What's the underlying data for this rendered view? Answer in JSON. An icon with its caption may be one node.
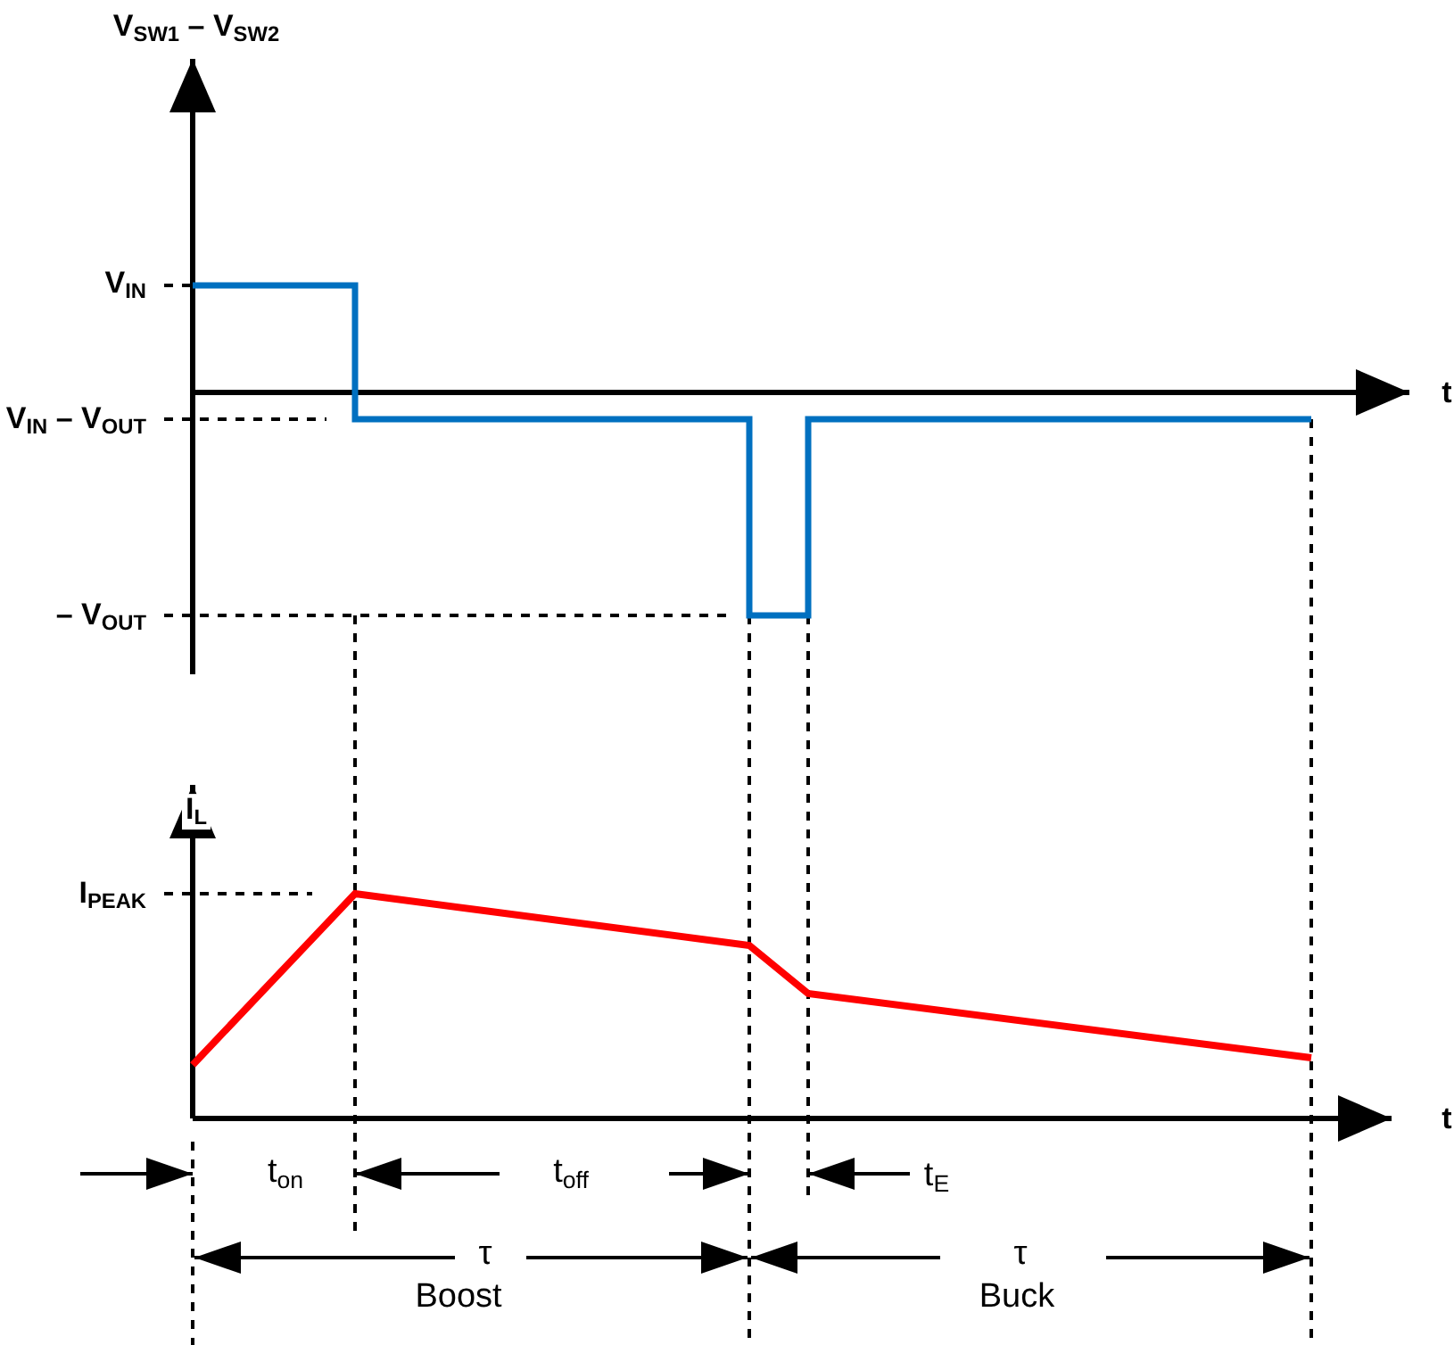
{
  "diagram": {
    "labels": [
      "V$_{SW1}$ – V$_{SW2}$",
      "V$_{IN}$",
      "t",
      "V$_{IN}$ – V$_{OUT}$",
      "– V$_{OUT}$",
      "I$_{L}$",
      "I$_{PEAK}$",
      "t",
      "t$_{on}$",
      "t$_{off}$",
      "t$_{E}$",
      "τ",
      "τ",
      "Boost",
      "Buck"
    ]
  }
}
